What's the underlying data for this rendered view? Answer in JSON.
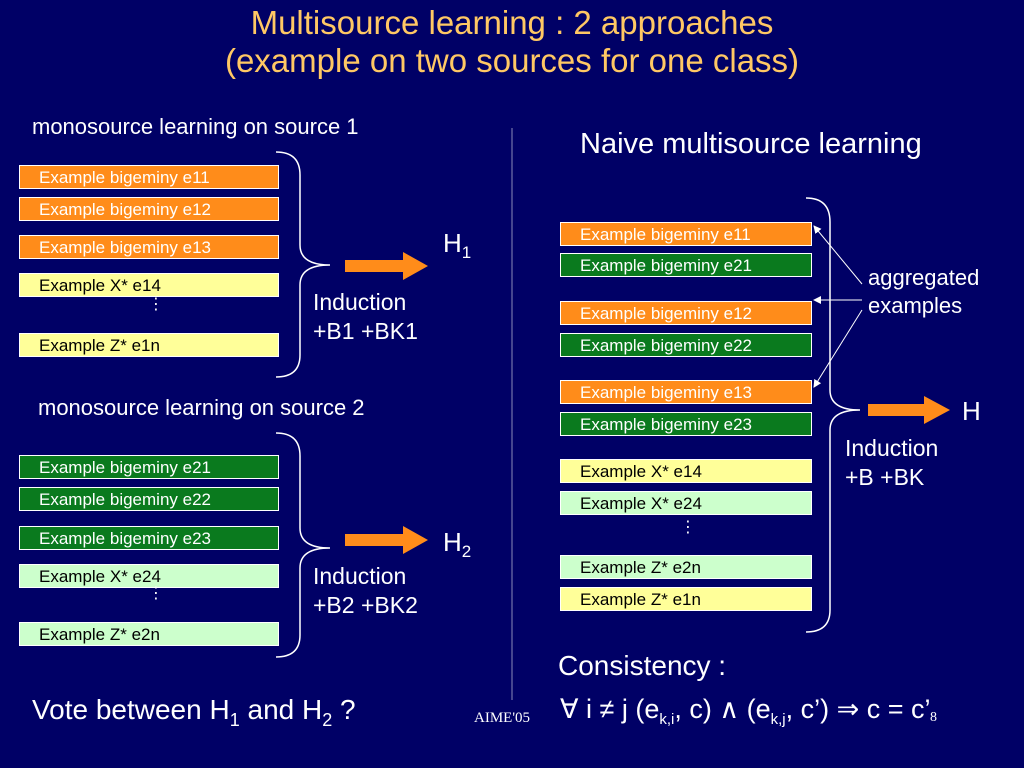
{
  "title": {
    "line1": "Multisource learning : 2 approaches",
    "line2": "(example on two sources for one class)"
  },
  "colors": {
    "background": "#000066",
    "title": "#ffc864",
    "orange_box": "#ff8c1a",
    "green_box": "#0a7a1e",
    "yellow_box": "#ffff99",
    "mint_box": "#ccffcc",
    "arrow": "#ff8c1a"
  },
  "source1": {
    "heading": "monosource learning on source 1",
    "boxes": [
      "Example bigeminy e11",
      "Example bigeminy e12",
      "Example bigeminy e13",
      "Example X* e14",
      "Example Z* e1n"
    ],
    "ellipsis": "⋮",
    "hypothesis": "H",
    "hypothesis_sub": "1",
    "induction_line1": "Induction",
    "induction_line2": "+B1 +BK1"
  },
  "source2": {
    "heading": "monosource learning on source 2",
    "boxes": [
      "Example bigeminy e21",
      "Example bigeminy e22",
      "Example bigeminy e23",
      "Example X* e24",
      "Example Z* e2n"
    ],
    "ellipsis": "⋮",
    "hypothesis": "H",
    "hypothesis_sub": "2",
    "induction_line1": "Induction",
    "induction_line2": "+B2 +BK2"
  },
  "vote": {
    "prefix": "Vote between H",
    "sub1": "1",
    "middle": " and H",
    "sub2": "2",
    "suffix": " ?"
  },
  "naive": {
    "heading": "Naive multisource learning",
    "boxes": [
      "Example bigeminy e11",
      "Example bigeminy e21",
      "Example bigeminy e12",
      "Example bigeminy e22",
      "Example bigeminy e13",
      "Example bigeminy e23",
      "Example X* e14",
      "Example X* e24",
      "Example Z* e2n",
      "Example Z* e1n"
    ],
    "ellipsis": "⋮",
    "aggregated_line1": "aggregated",
    "aggregated_line2": "examples",
    "hypothesis": "H",
    "induction_line1": "Induction",
    "induction_line2": "+B +BK"
  },
  "consistency": {
    "heading": "Consistency :",
    "forall": "∀",
    "i": " i ",
    "neq": "≠",
    "j": " j (e",
    "sub_ki": "k,i",
    "c1": ", c) ",
    "and": "∧",
    "open2": " (e",
    "sub_kj": "k,j",
    "c2": ", c’) ",
    "implies": "⇒",
    "result": " c = c’"
  },
  "footer": {
    "conference": "AIME'05",
    "page": "8"
  }
}
